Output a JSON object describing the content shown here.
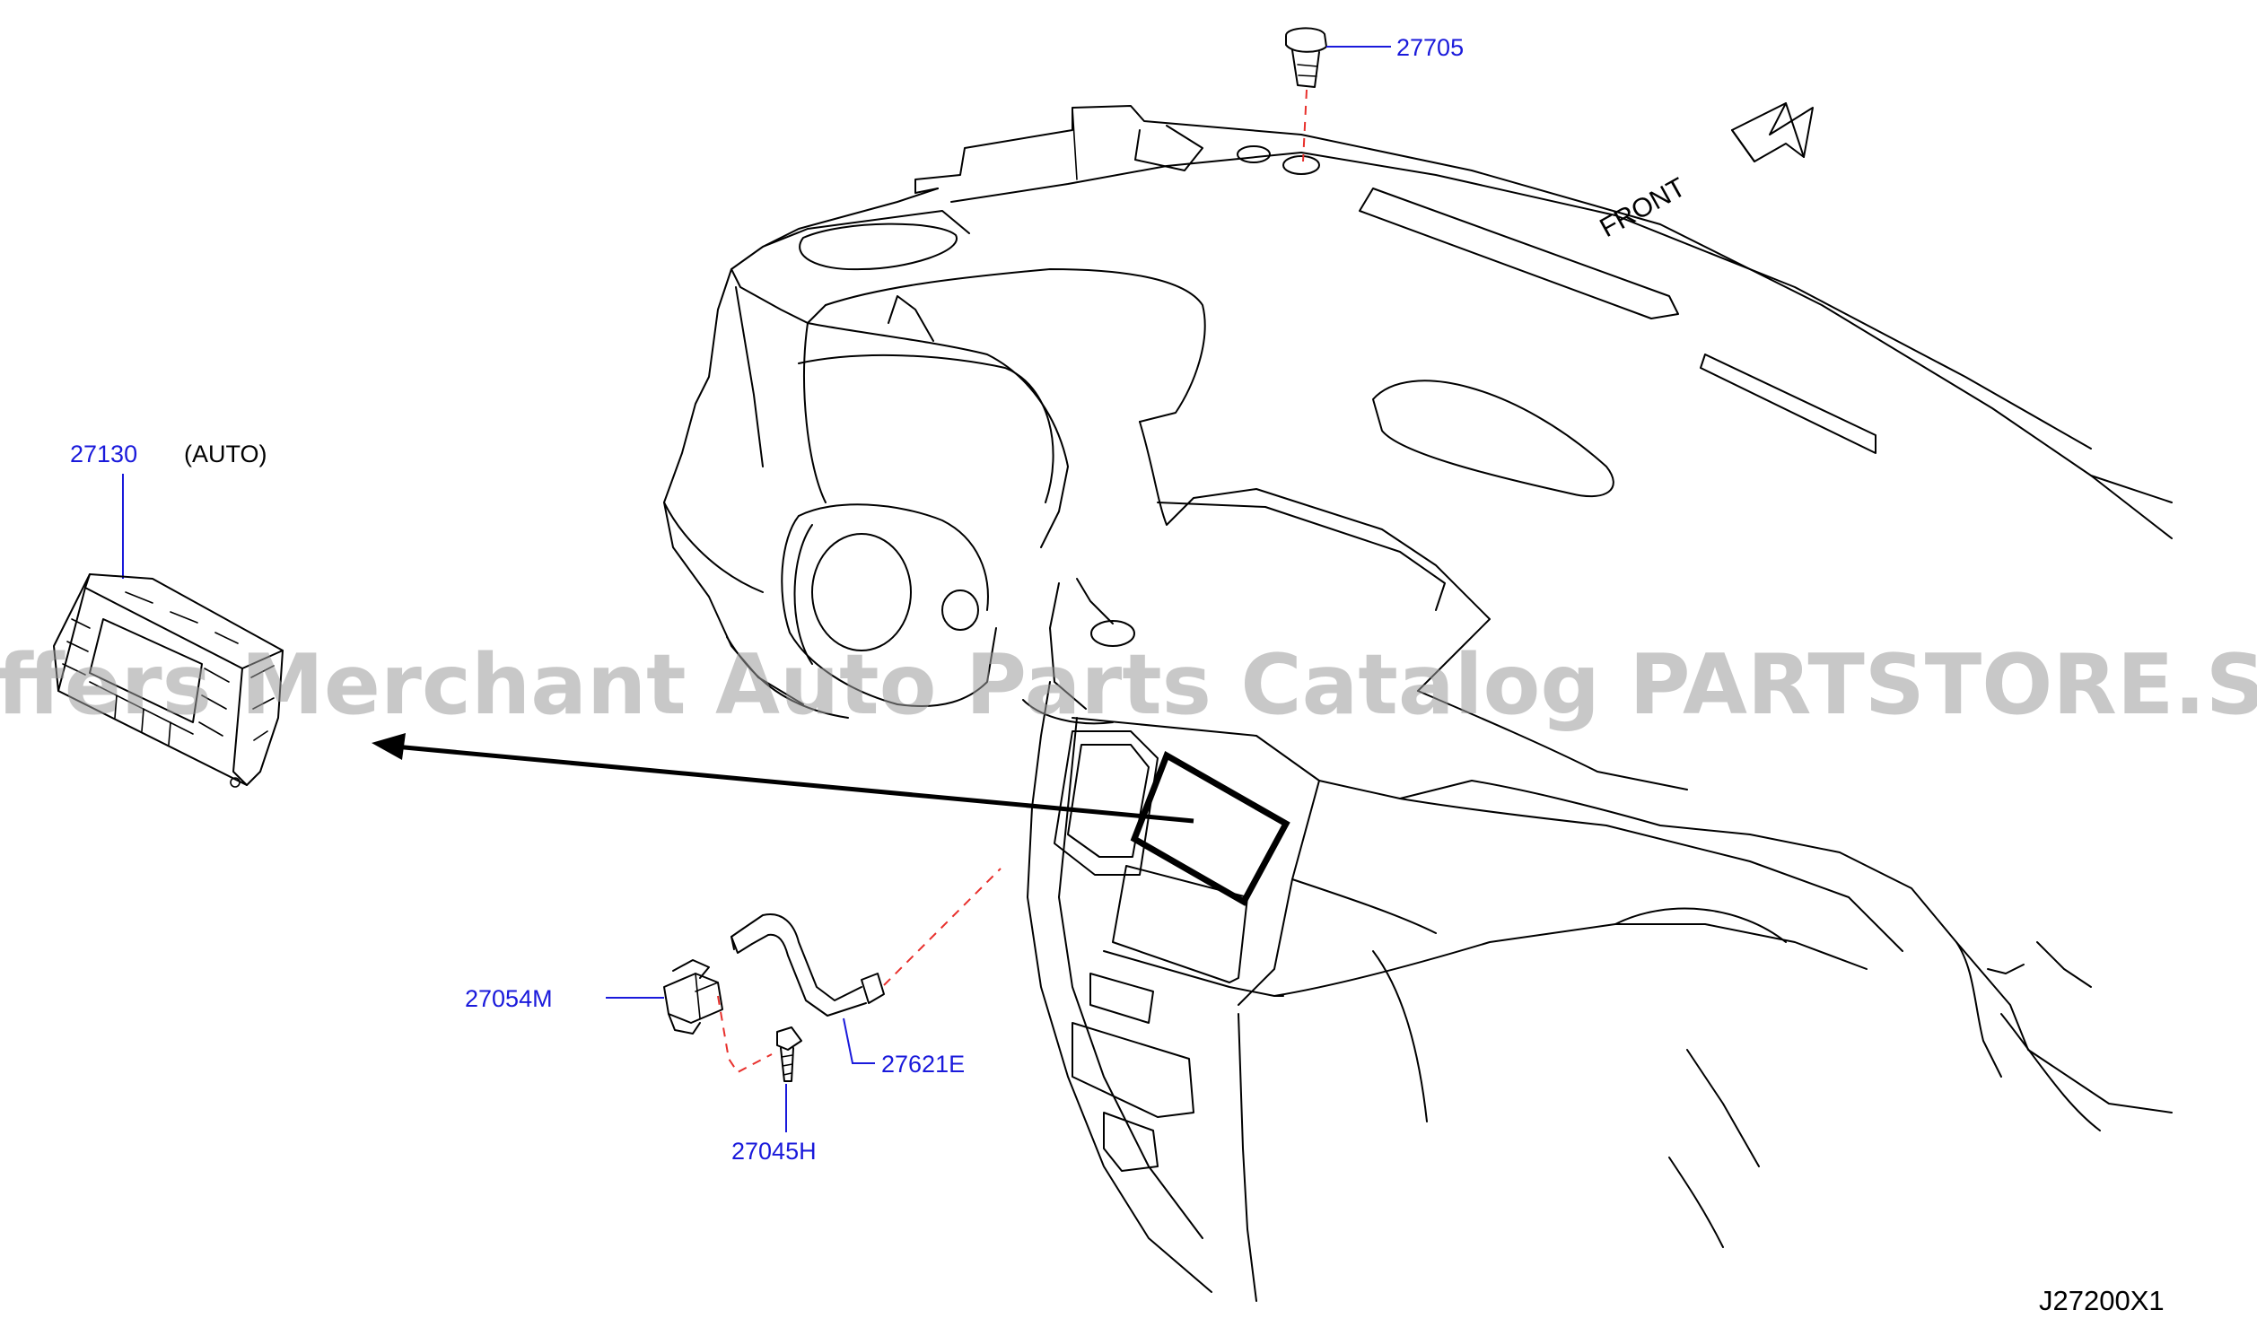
{
  "diagram_code": "J27200X1",
  "front_label": "FRONT",
  "watermark": "Offers Merchant Auto Parts Catalog PARTSTORE.SA",
  "parts": [
    {
      "number": "27705"
    },
    {
      "number": "27130",
      "note": "(AUTO)"
    },
    {
      "number": "27054M"
    },
    {
      "number": "27621E"
    },
    {
      "number": "27045H"
    }
  ],
  "colors": {
    "callout": "#1a1adb",
    "dashed_line": "#e8302c",
    "linework": "#000000",
    "watermark": "#9a9a9a"
  }
}
